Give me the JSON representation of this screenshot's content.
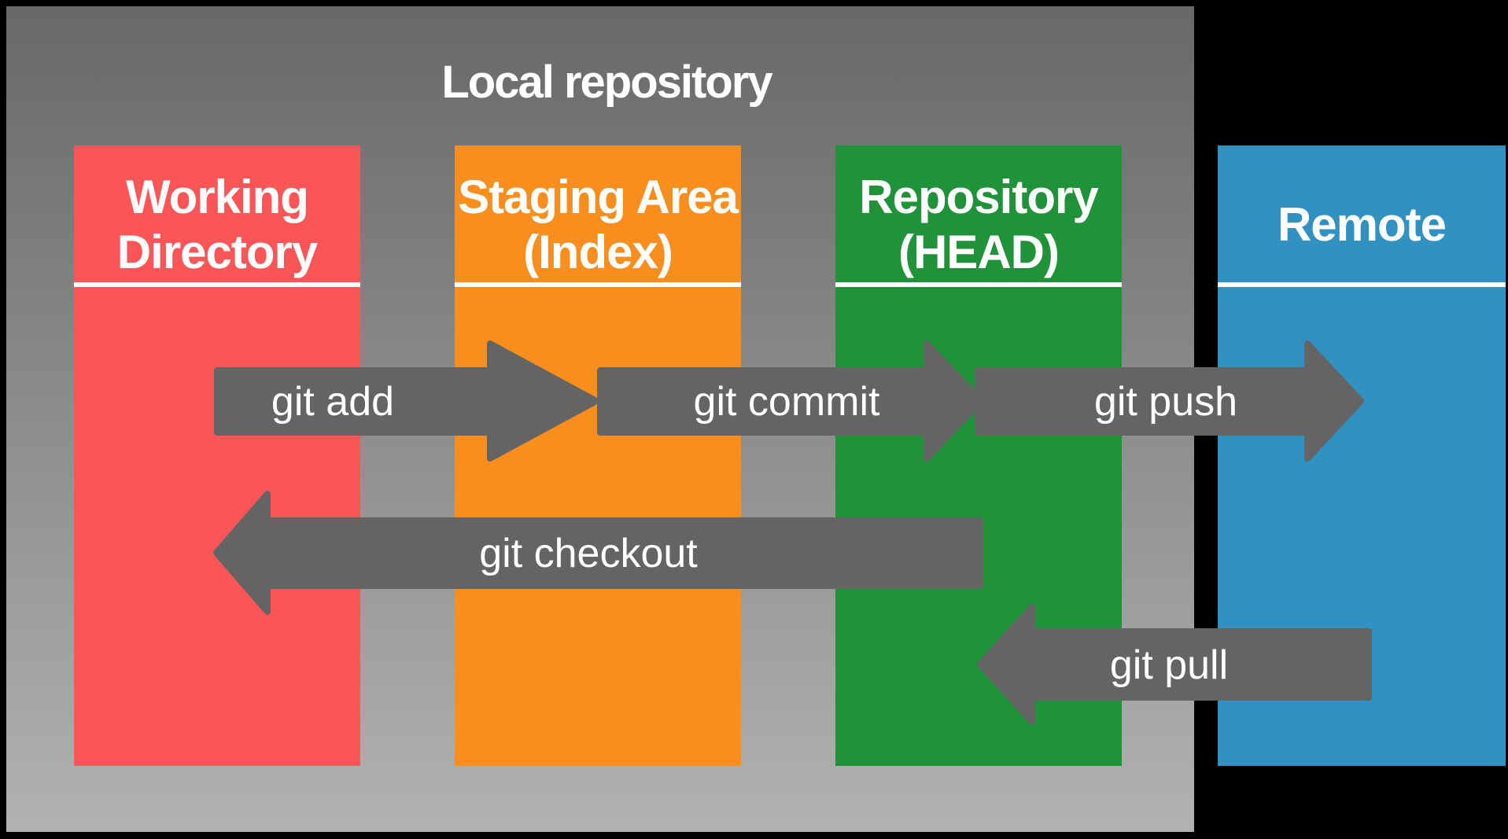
{
  "title": "Local repository",
  "background": {
    "page_color": "#000000",
    "panel_gradient_top": "#686868",
    "panel_gradient_bottom": "#B2B2B2"
  },
  "text_color": "#FFFFFF",
  "columns": [
    {
      "name": "Working Directory",
      "lines": [
        "Working",
        "Directory"
      ],
      "color": "#FA5557",
      "inside_local_repository": true
    },
    {
      "name": "Staging Area (Index)",
      "lines": [
        "Staging Area",
        "(Index)"
      ],
      "color": "#F78E1E",
      "inside_local_repository": true
    },
    {
      "name": "Repository (HEAD)",
      "lines": [
        "Repository",
        "(HEAD)"
      ],
      "color": "#20923A",
      "inside_local_repository": true
    },
    {
      "name": "Remote",
      "lines": [
        "Remote"
      ],
      "color": "#3191C1",
      "inside_local_repository": false
    }
  ],
  "arrows": [
    {
      "label": "git add",
      "direction": "right",
      "from": "Working Directory",
      "to": "Staging Area (Index)",
      "color": "#646464"
    },
    {
      "label": "git commit",
      "direction": "right",
      "from": "Staging Area (Index)",
      "to": "Repository (HEAD)",
      "color": "#646464"
    },
    {
      "label": "git push",
      "direction": "right",
      "from": "Repository (HEAD)",
      "to": "Remote",
      "color": "#646464"
    },
    {
      "label": "git checkout",
      "direction": "left",
      "from": "Repository (HEAD)",
      "to": "Working Directory",
      "color": "#646464"
    },
    {
      "label": "git pull",
      "direction": "left",
      "from": "Remote",
      "to": "Repository (HEAD)",
      "color": "#646464"
    }
  ]
}
